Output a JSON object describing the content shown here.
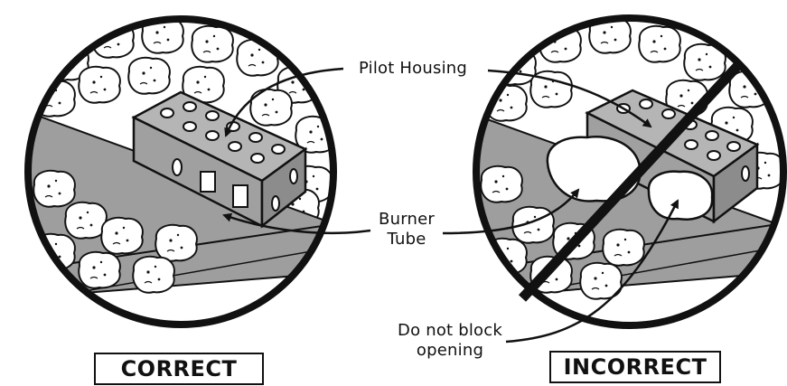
{
  "labels": {
    "pilot_housing": "Pilot Housing",
    "burner_tube_line1": "Burner",
    "burner_tube_line2": "Tube",
    "do_not_block_line1": "Do not block",
    "do_not_block_line2": "opening",
    "correct": "CORRECT",
    "incorrect": "INCORRECT"
  },
  "colors": {
    "ink": "#111111",
    "burner_tube_fill": "#9e9e9e",
    "housing_fill": "#a8a8a8",
    "rock_fill": "#ffffff",
    "background": "#ffffff"
  },
  "icons": {
    "prohibition": "diagonal-slash-icon"
  }
}
